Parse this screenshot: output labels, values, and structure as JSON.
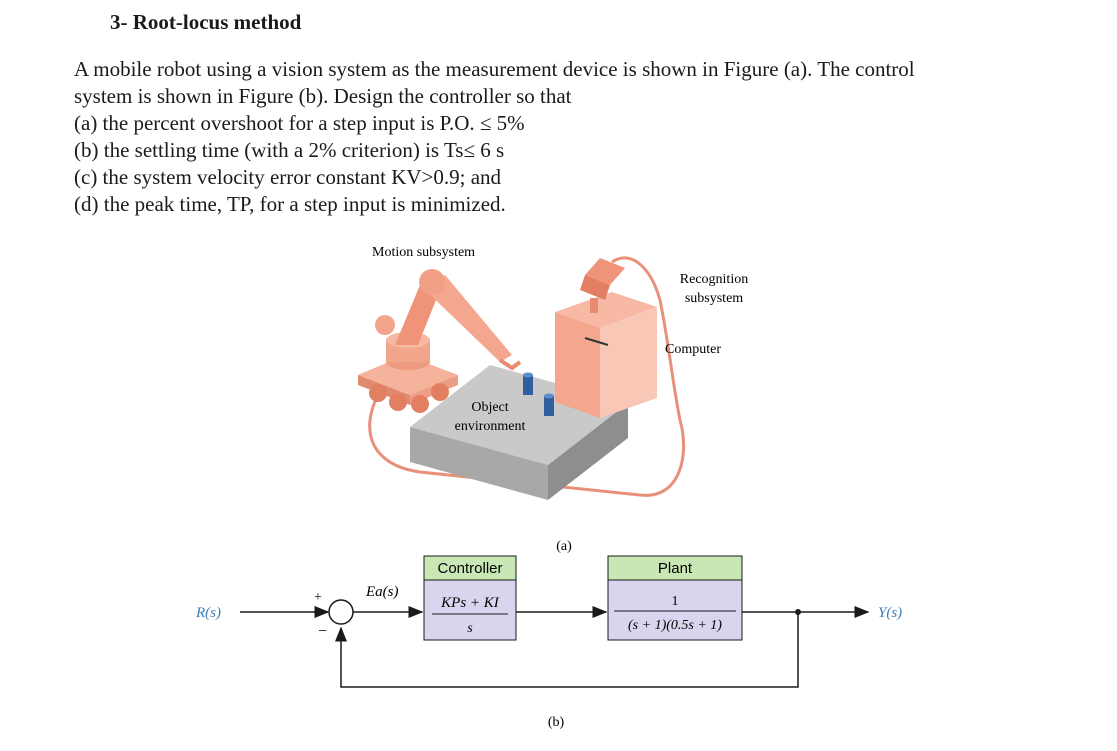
{
  "heading": "3- Root-locus method",
  "problem": {
    "intro_line1": "A mobile robot using a vision system as the measurement device is shown in Figure (a). The control",
    "intro_line2": "system is shown in Figure (b). Design the controller so that",
    "req_a": "(a) the percent overshoot for a step input is P.O. ≤ 5%",
    "req_b": "(b) the settling time (with a 2% criterion) is Ts≤ 6 s",
    "req_c": "(c) the system velocity error constant KV>0.9; and",
    "req_d": "(d) the peak time, TP, for a step input is minimized."
  },
  "figure_a": {
    "motion_label": "Motion subsystem",
    "recognition_label_1": "Recognition",
    "recognition_label_2": "subsystem",
    "computer_label": "Computer",
    "object_label_1": "Object",
    "object_label_2": "environment",
    "caption": "(a)"
  },
  "figure_b": {
    "input": "R(s)",
    "plus": "+",
    "minus": "−",
    "error": "Ea(s)",
    "controller_title": "Controller",
    "controller_num": "KPs + KI",
    "controller_den": "s",
    "plant_title": "Plant",
    "plant_num": "1",
    "plant_den": "(s + 1)(0.5s + 1)",
    "output": "Y(s)",
    "caption": "(b)",
    "colors": {
      "controller_header": "#c9e7b4",
      "plant_header": "#c9e7b4",
      "block_body": "#d9d5ef",
      "signal_label": "#3a7ab8"
    }
  }
}
